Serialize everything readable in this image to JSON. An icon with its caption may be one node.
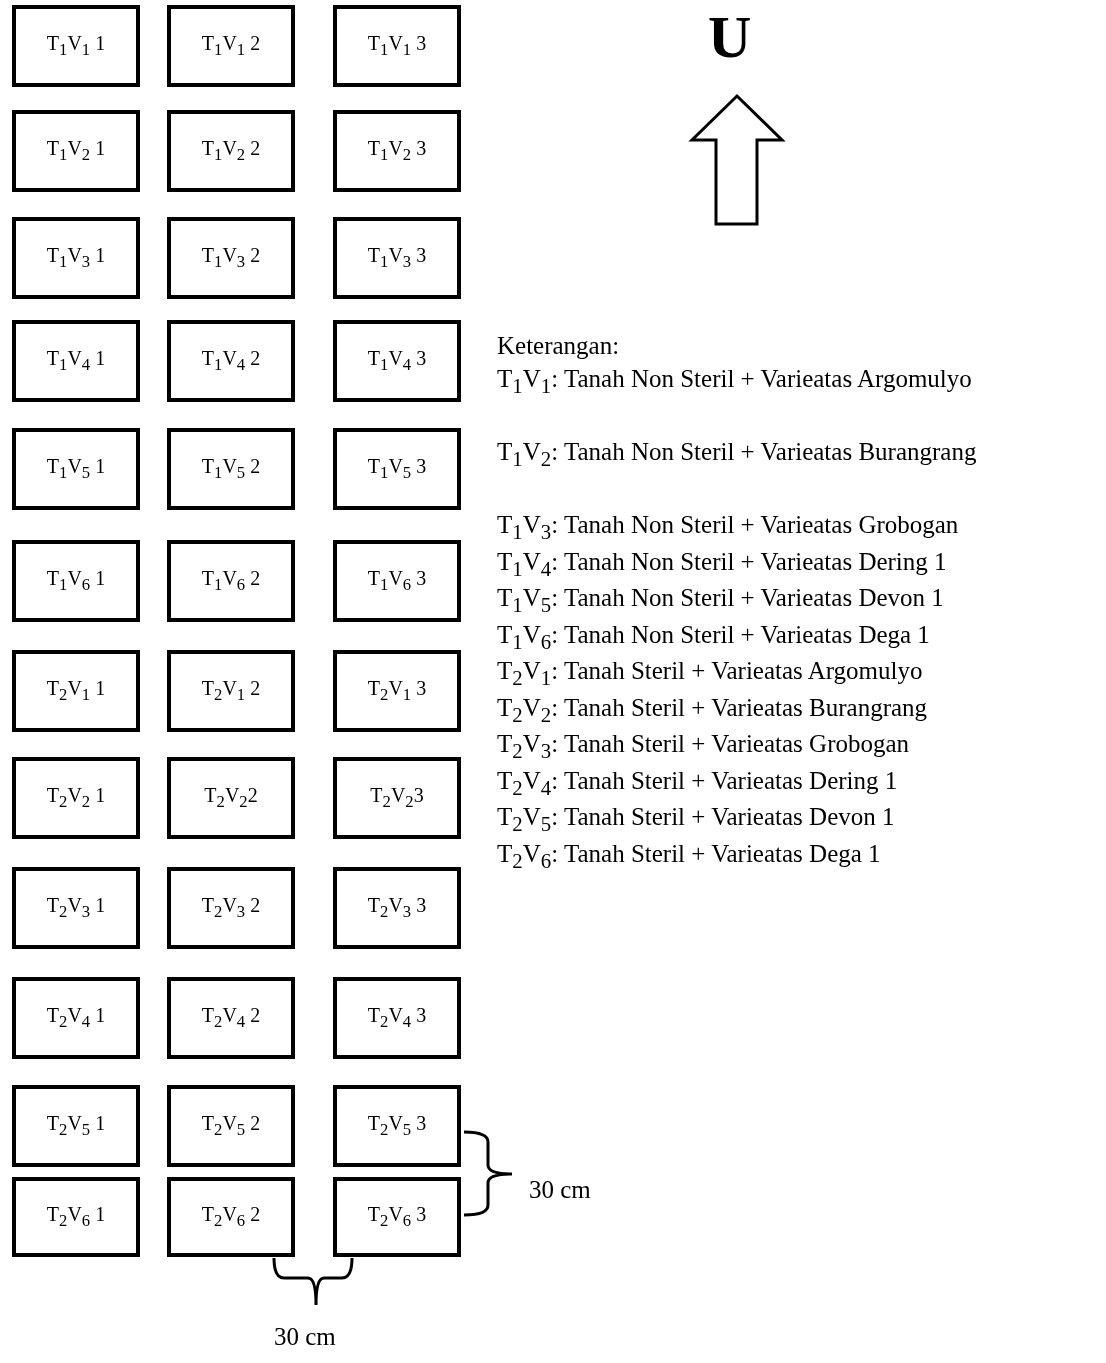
{
  "diagram": {
    "nodes": [
      {
        "text": [
          "T$_{1}$V$_{1}$ 1"
        ]
      },
      {
        "text": [
          "T$_{1}$V$_{1}$ 2"
        ]
      },
      {
        "text": [
          "T$_{1}$V$_{1}$ 3"
        ]
      },
      {
        "text": [
          "T$_{1}$V$_{2}$ 1"
        ]
      },
      {
        "text": [
          "T$_{1}$V$_{2}$ 2"
        ]
      },
      {
        "text": [
          "T$_{1}$V$_{2}$ 3"
        ]
      },
      {
        "text": [
          "T$_{1}$V$_{3}$ 1"
        ]
      },
      {
        "text": [
          "T$_{1}$V$_{3}$ 2"
        ]
      },
      {
        "text": [
          "T$_{1}$V$_{3}$ 3"
        ]
      },
      {
        "text": [
          "T$_{1}$V$_{4}$ 1"
        ]
      },
      {
        "text": [
          "T$_{1}$V$_{4}$ 2"
        ]
      },
      {
        "text": [
          "T$_{1}$V$_{4}$ 3"
        ]
      },
      {
        "text": [
          "T$_{1}$V$_{5}$ 1"
        ]
      },
      {
        "text": [
          "T$_{1}$V$_{5}$ 2"
        ]
      },
      {
        "text": [
          "T$_{1}$V$_{5}$ 3"
        ]
      },
      {
        "text": [
          "T$_{1}$V$_{6}$ 1"
        ]
      },
      {
        "text": [
          "T$_{1}$V$_{6}$ 2"
        ]
      },
      {
        "text": [
          "T$_{1}$V$_{6}$ 3"
        ]
      },
      {
        "text": [
          "T$_{2}$V$_{1}$ 1"
        ]
      },
      {
        "text": [
          "T$_{2}$V$_{1}$ 2"
        ]
      },
      {
        "text": [
          "T$_{2}$V$_{1}$ 3"
        ]
      },
      {
        "text": [
          "T$_{2}$V$_{2}$ 1"
        ]
      },
      {
        "text": [
          "T$_{2}$V$_{2}$2"
        ]
      },
      {
        "text": [
          "T$_{2}$V$_{2}$3"
        ]
      },
      {
        "text": [
          "T$_{2}$V$_{3}$ 1"
        ]
      },
      {
        "text": [
          "T$_{2}$V$_{3}$ 2"
        ]
      },
      {
        "text": [
          "T$_{2}$V$_{3}$ 3"
        ]
      },
      {
        "text": [
          "T$_{2}$V$_{4}$ 1"
        ]
      },
      {
        "text": [
          "T$_{2}$V$_{4}$ 2"
        ]
      },
      {
        "text": [
          "T$_{2}$V$_{4}$ 3"
        ]
      },
      {
        "text": [
          "T$_{2}$V$_{5}$ 1"
        ]
      },
      {
        "text": [
          "T$_{2}$V$_{5}$ 2"
        ]
      },
      {
        "text": [
          "T$_{2}$V$_{5}$ 3"
        ]
      },
      {
        "text": [
          "T$_{2}$V$_{6}$ 1"
        ]
      },
      {
        "text": [
          "T$_{2}$V$_{6}$ 2"
        ]
      },
      {
        "text": [
          "T$_{2}$V$_{6}$ 3"
        ]
      }
    ],
    "labels": [
      "U",
      "Keterangan:",
      "T$_{1}$V$_{1}$: Tanah Non Steril + Varieatas Argomulyo",
      "T$_{1}$V$_{2}$: Tanah Non Steril + Varieatas Burangrang",
      "T$_{1}$V$_{3}$: Tanah Non Steril + Varieatas Grobogan",
      "T$_{1}$V$_{4}$: Tanah Non Steril + Varieatas Dering 1",
      "T$_{1}$V$_{5}$: Tanah Non Steril + Varieatas Devon 1",
      "T$_{1}$V$_{6}$: Tanah Non Steril + Varieatas Dega 1",
      "T$_{2}$V$_{1}$: Tanah Steril + Varieatas Argomulyo",
      "T$_{2}$V$_{2}$: Tanah Steril + Varieatas Burangrang",
      "T$_{2}$V$_{3}$: Tanah Steril + Varieatas Grobogan",
      "T$_{2}$V$_{4}$: Tanah Steril + Varieatas Dering 1",
      "T$_{2}$V$_{5}$: Tanah Steril + Varieatas Devon 1",
      "T$_{2}$V$_{6}$: Tanah Steril + Varieatas Dega 1",
      "30 cm",
      "30 cm"
    ]
  }
}
